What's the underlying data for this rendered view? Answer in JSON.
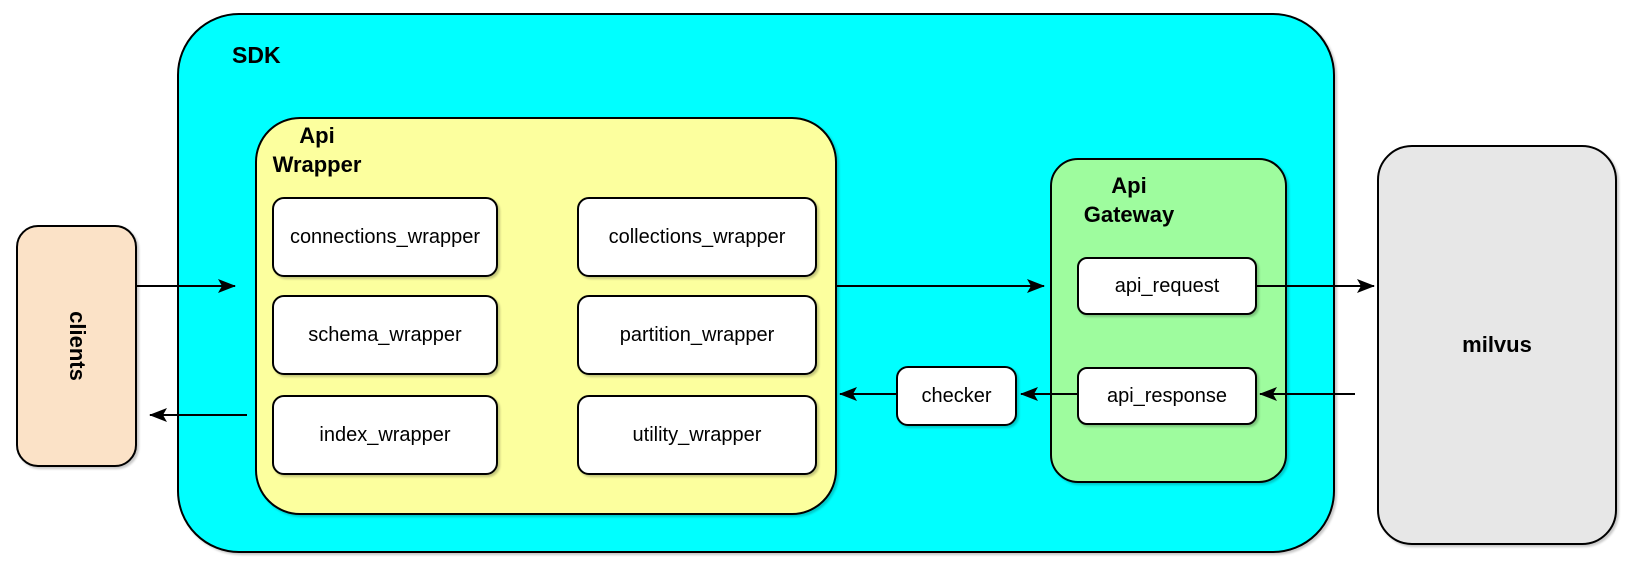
{
  "diagram": {
    "clients_label": "clients",
    "sdk_label": "SDK",
    "api_wrapper": {
      "label_line1": "Api",
      "label_line2": "Wrapper",
      "modules": [
        "connections_wrapper",
        "collections_wrapper",
        "schema_wrapper",
        "partition_wrapper",
        "index_wrapper",
        "utility_wrapper"
      ]
    },
    "checker_label": "checker",
    "api_gateway": {
      "label_line1": "Api",
      "label_line2": "Gateway",
      "request_label": "api_request",
      "response_label": "api_response"
    },
    "milvus_label": "milvus",
    "colors": {
      "sdk_fill": "#00FFFF",
      "api_wrapper_fill": "#FCFF9E",
      "api_gateway_fill": "#9EFC9E",
      "clients_fill": "#FBE2C7",
      "milvus_fill": "#E7E7E7",
      "module_box_fill": "#FFFFFF",
      "border": "#000000"
    },
    "edges": [
      {
        "from": "clients",
        "to": "sdk"
      },
      {
        "from": "sdk",
        "to": "clients"
      },
      {
        "from": "api_wrapper",
        "to": "api_request"
      },
      {
        "from": "api_request",
        "to": "milvus"
      },
      {
        "from": "milvus",
        "to": "api_response"
      },
      {
        "from": "api_response",
        "to": "checker"
      },
      {
        "from": "checker",
        "to": "api_wrapper"
      }
    ]
  }
}
